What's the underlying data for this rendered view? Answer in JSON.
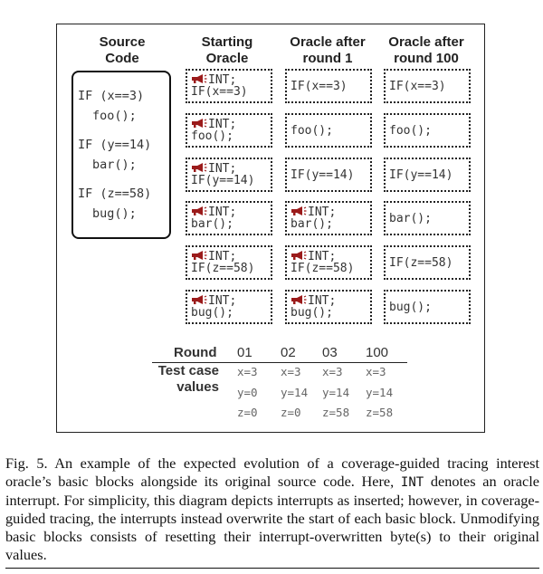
{
  "headers": {
    "source": [
      "Source",
      "Code"
    ],
    "starting": [
      "Starting",
      "Oracle"
    ],
    "round1": [
      "Oracle after",
      "round 1"
    ],
    "round100": [
      "Oracle after",
      "round 100"
    ]
  },
  "source_code": [
    "IF (x==3)",
    "foo();",
    "IF (y==14)",
    "bar();",
    "IF (z==58)",
    "bug();"
  ],
  "int_label": "INT;",
  "blocks": {
    "starting": [
      {
        "int": true,
        "code": "IF(x==3)"
      },
      {
        "int": true,
        "code": "foo();"
      },
      {
        "int": true,
        "code": "IF(y==14)"
      },
      {
        "int": true,
        "code": "bar();"
      },
      {
        "int": true,
        "code": "IF(z==58)"
      },
      {
        "int": true,
        "code": "bug();"
      }
    ],
    "round1": [
      {
        "int": false,
        "code": "IF(x==3)"
      },
      {
        "int": false,
        "code": "foo();"
      },
      {
        "int": false,
        "code": "IF(y==14)"
      },
      {
        "int": true,
        "code": "bar();"
      },
      {
        "int": true,
        "code": "IF(z==58)"
      },
      {
        "int": true,
        "code": "bug();"
      }
    ],
    "round100": [
      {
        "int": false,
        "code": "IF(x==3)"
      },
      {
        "int": false,
        "code": "foo();"
      },
      {
        "int": false,
        "code": "IF(y==14)"
      },
      {
        "int": false,
        "code": "bar();"
      },
      {
        "int": false,
        "code": "IF(z==58)"
      },
      {
        "int": false,
        "code": "bug();"
      }
    ]
  },
  "table": {
    "round_label": "Round",
    "values_label": [
      "Test case",
      "values"
    ],
    "rounds": [
      "01",
      "02",
      "03",
      "100"
    ],
    "rows": [
      [
        "x=3",
        "x=3",
        "x=3",
        "x=3"
      ],
      [
        "y=0",
        "y=14",
        "y=14",
        "y=14"
      ],
      [
        "z=0",
        "z=0",
        "z=58",
        "z=58"
      ]
    ]
  },
  "caption": {
    "prefix": "Fig. 5.   An example of the expected evolution of a coverage-guided tracing interest oracle’s basic blocks alongside its original source code. Here, ",
    "mono": "INT",
    "suffix": " denotes an oracle interrupt. For simplicity, this diagram depicts interrupts as inserted; however, in coverage-guided tracing, the interrupts instead overwrite the start of each basic block. Unmodifying basic blocks consists of resetting their interrupt-overwritten byte(s) to their original values."
  },
  "colors": {
    "interrupt_icon": "#9b1b1b",
    "frame": "#222222"
  }
}
